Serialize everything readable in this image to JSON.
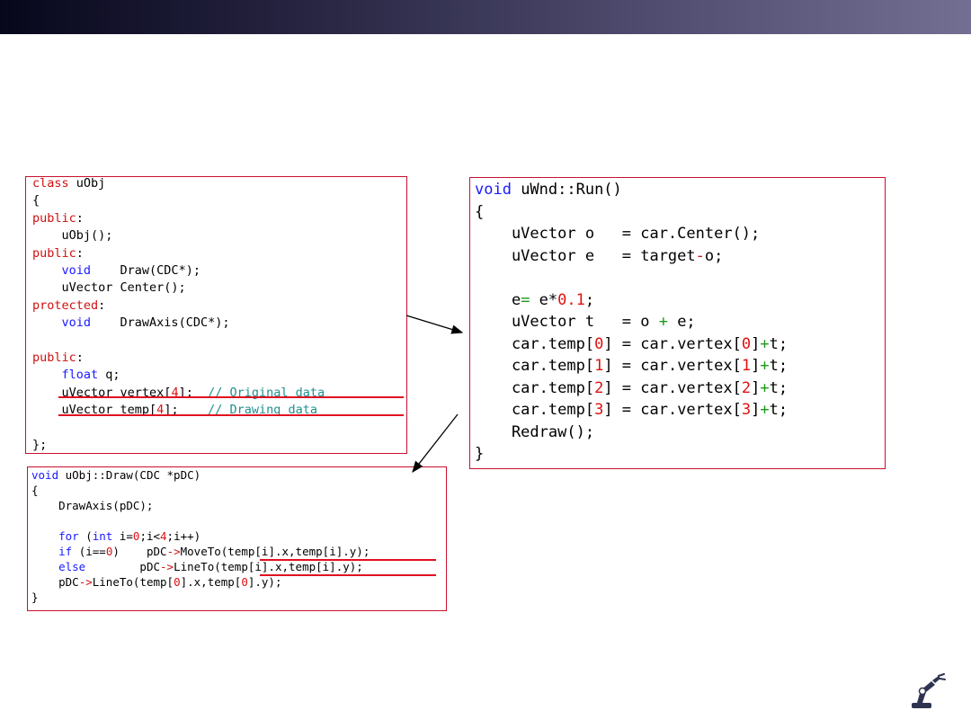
{
  "class_box": {
    "lines": [
      [
        {
          "t": "class",
          "c": "op"
        },
        {
          "t": " uObj"
        }
      ],
      [
        {
          "t": "{"
        }
      ],
      [
        {
          "t": "public",
          "c": "op"
        },
        {
          "t": ":"
        }
      ],
      [
        {
          "t": "    uObj();"
        }
      ],
      [
        {
          "t": "public",
          "c": "op"
        },
        {
          "t": ":"
        }
      ],
      [
        {
          "t": "    "
        },
        {
          "t": "void",
          "c": "kw"
        },
        {
          "t": "    Draw(CDC*);"
        }
      ],
      [
        {
          "t": "    uVector Center();"
        }
      ],
      [
        {
          "t": "protected",
          "c": "op"
        },
        {
          "t": ":"
        }
      ],
      [
        {
          "t": "    "
        },
        {
          "t": "void",
          "c": "kw"
        },
        {
          "t": "    DrawAxis(CDC*);"
        }
      ],
      [
        {
          "t": ""
        }
      ],
      [
        {
          "t": "public",
          "c": "op"
        },
        {
          "t": ":"
        }
      ],
      [
        {
          "t": "    "
        },
        {
          "t": "float",
          "c": "kw"
        },
        {
          "t": " q;"
        }
      ],
      [
        {
          "t": "    uVector vertex["
        },
        {
          "t": "4",
          "c": "num"
        },
        {
          "t": "];  "
        },
        {
          "t": "// Original data",
          "c": "cm"
        }
      ],
      [
        {
          "t": "    uVector temp["
        },
        {
          "t": "4",
          "c": "num"
        },
        {
          "t": "];    "
        },
        {
          "t": "// Drawing data",
          "c": "cm"
        }
      ],
      [
        {
          "t": ""
        }
      ],
      [
        {
          "t": "};"
        }
      ]
    ]
  },
  "draw_box": {
    "lines": [
      [
        {
          "t": "void",
          "c": "kw"
        },
        {
          "t": " uObj::Draw(CDC *pDC)"
        }
      ],
      [
        {
          "t": "{"
        }
      ],
      [
        {
          "t": "    DrawAxis(pDC);"
        }
      ],
      [
        {
          "t": ""
        }
      ],
      [
        {
          "t": "    "
        },
        {
          "t": "for",
          "c": "kw"
        },
        {
          "t": " ("
        },
        {
          "t": "int",
          "c": "kw"
        },
        {
          "t": " i="
        },
        {
          "t": "0",
          "c": "num"
        },
        {
          "t": ";i<"
        },
        {
          "t": "4",
          "c": "num"
        },
        {
          "t": ";i++)"
        }
      ],
      [
        {
          "t": "    "
        },
        {
          "t": "if",
          "c": "kw"
        },
        {
          "t": " (i=="
        },
        {
          "t": "0",
          "c": "num"
        },
        {
          "t": ")    pDC"
        },
        {
          "t": "->",
          "c": "op"
        },
        {
          "t": "MoveTo(temp[i].x,temp[i].y);"
        }
      ],
      [
        {
          "t": "    "
        },
        {
          "t": "else",
          "c": "kw"
        },
        {
          "t": "        pDC"
        },
        {
          "t": "->",
          "c": "op"
        },
        {
          "t": "LineTo(temp[i].x,temp[i].y);"
        }
      ],
      [
        {
          "t": "    pDC"
        },
        {
          "t": "->",
          "c": "op"
        },
        {
          "t": "LineTo(temp["
        },
        {
          "t": "0",
          "c": "num"
        },
        {
          "t": "].x,temp["
        },
        {
          "t": "0",
          "c": "num"
        },
        {
          "t": "].y);"
        }
      ],
      [
        {
          "t": "}"
        }
      ]
    ]
  },
  "run_box": {
    "lines": [
      [
        {
          "t": "void",
          "c": "kw"
        },
        {
          "t": " uWnd::Run()"
        }
      ],
      [
        {
          "t": "{"
        }
      ],
      [
        {
          "t": "    uVector o   = car.Center();"
        }
      ],
      [
        {
          "t": "    uVector e   = target"
        },
        {
          "t": "-",
          "c": "op"
        },
        {
          "t": "o;"
        }
      ],
      [
        {
          "t": ""
        }
      ],
      [
        {
          "t": "    e"
        },
        {
          "t": "=",
          "c": "gr"
        },
        {
          "t": " e*"
        },
        {
          "t": "0.1",
          "c": "num"
        },
        {
          "t": ";"
        }
      ],
      [
        {
          "t": "    uVector t   = o "
        },
        {
          "t": "+",
          "c": "gr"
        },
        {
          "t": " e;"
        }
      ],
      [
        {
          "t": "    car.temp["
        },
        {
          "t": "0",
          "c": "num"
        },
        {
          "t": "] = car.vertex["
        },
        {
          "t": "0",
          "c": "num"
        },
        {
          "t": "]"
        },
        {
          "t": "+",
          "c": "gr"
        },
        {
          "t": "t;"
        }
      ],
      [
        {
          "t": "    car.temp["
        },
        {
          "t": "1",
          "c": "num"
        },
        {
          "t": "] = car.vertex["
        },
        {
          "t": "1",
          "c": "num"
        },
        {
          "t": "]"
        },
        {
          "t": "+",
          "c": "gr"
        },
        {
          "t": "t;"
        }
      ],
      [
        {
          "t": "    car.temp["
        },
        {
          "t": "2",
          "c": "num"
        },
        {
          "t": "] = car.vertex["
        },
        {
          "t": "2",
          "c": "num"
        },
        {
          "t": "]"
        },
        {
          "t": "+",
          "c": "gr"
        },
        {
          "t": "t;"
        }
      ],
      [
        {
          "t": "    car.temp["
        },
        {
          "t": "3",
          "c": "num"
        },
        {
          "t": "] = car.vertex["
        },
        {
          "t": "3",
          "c": "num"
        },
        {
          "t": "]"
        },
        {
          "t": "+",
          "c": "gr"
        },
        {
          "t": "t;"
        }
      ],
      [
        {
          "t": "    Redraw();"
        }
      ],
      [
        {
          "t": "}"
        }
      ]
    ]
  },
  "colors": {
    "keyword": "#1a1aff",
    "number": "#e01010",
    "comment": "#1f8f8f",
    "border": "#c8102e"
  },
  "icons": {
    "logo": "robot-arm-logo"
  }
}
